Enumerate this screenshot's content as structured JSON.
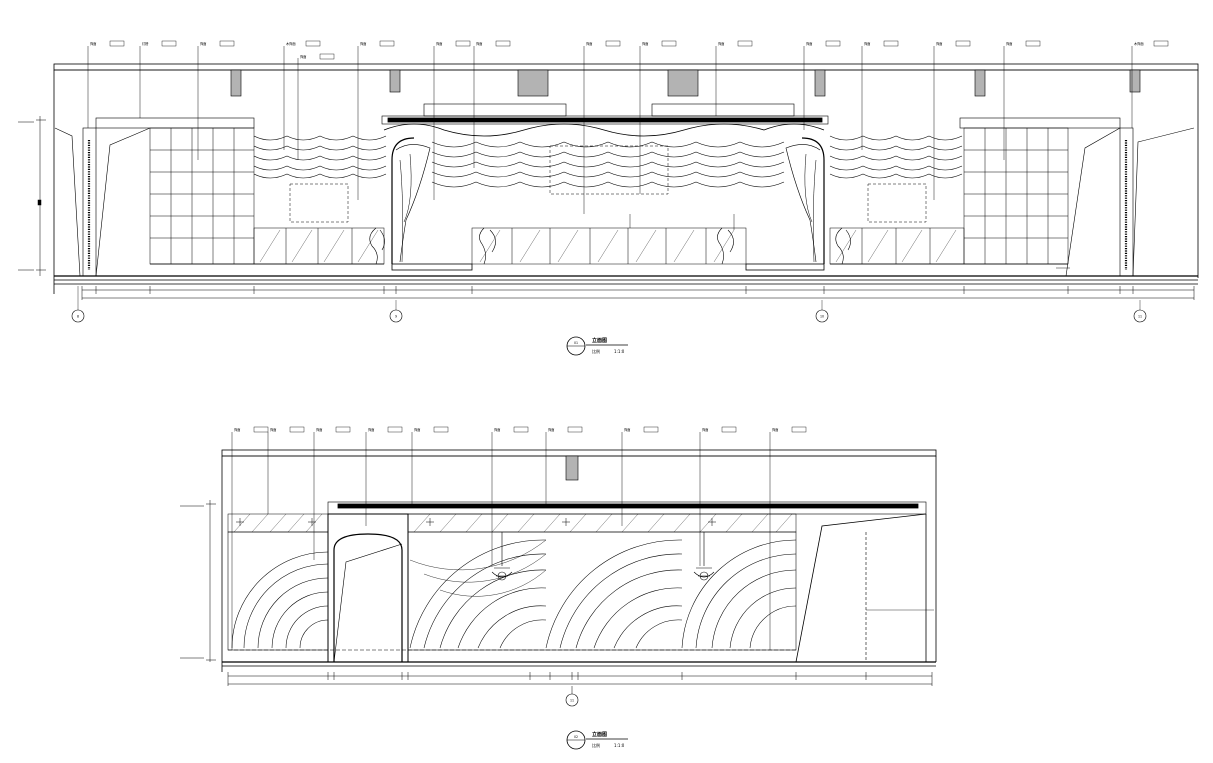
{
  "drawing": {
    "elevation_top": {
      "title": "立面图",
      "scale_prefix": "比例",
      "scale": "1:1:0",
      "number": "01",
      "label_texts": [
        "饰面",
        "灯槽",
        "饰面",
        "木饰面",
        "饰面",
        "饰面",
        "饰面",
        "饰面",
        "饰面",
        "饰面",
        "饰面",
        "饰面",
        "饰面",
        "饰面",
        "木饰面",
        "饰面"
      ],
      "grid_marks": [
        "8",
        "9",
        "10",
        "11"
      ]
    },
    "elevation_bottom": {
      "title": "立面图",
      "scale_prefix": "比例",
      "scale": "1:1:0",
      "number": "02",
      "label_texts": [
        "饰面",
        "饰面",
        "饰面",
        "饰面",
        "饰面",
        "饰面",
        "饰面",
        "饰面",
        "饰面",
        "饰面"
      ],
      "grid_marks": [
        "11"
      ]
    }
  }
}
